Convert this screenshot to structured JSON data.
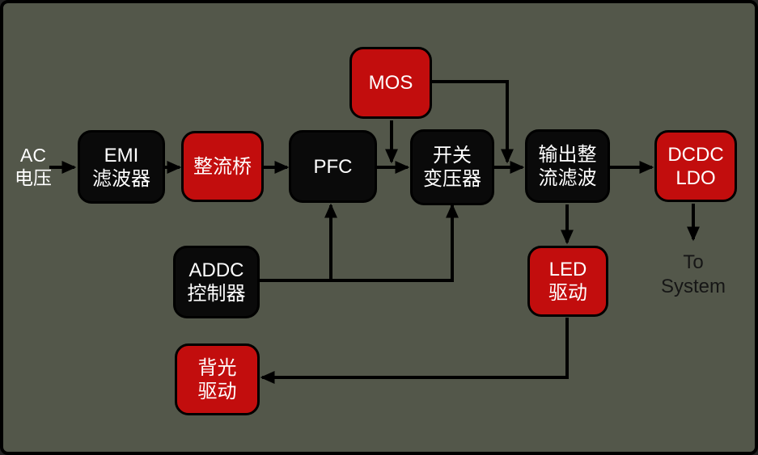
{
  "canvas": {
    "background": "#53574a",
    "outer_border": "#000000",
    "node_black": "#0a0a0a",
    "node_red": "#c20d0d",
    "wire_color": "#000000",
    "text_white": "#ffffff",
    "text_dark": "#161616"
  },
  "labels": {
    "ac_input": [
      "AC",
      "电压"
    ],
    "to_system": [
      "To",
      "System"
    ]
  },
  "nodes": {
    "emi": {
      "lines": [
        "EMI",
        "滤波器"
      ],
      "color": "black"
    },
    "rectifier": {
      "lines": [
        "整流桥"
      ],
      "color": "red"
    },
    "pfc": {
      "lines": [
        "PFC"
      ],
      "color": "black"
    },
    "mos": {
      "lines": [
        "MOS"
      ],
      "color": "red"
    },
    "transformer": {
      "lines": [
        "开关",
        "变压器"
      ],
      "color": "black"
    },
    "output_filter": {
      "lines": [
        "输出整",
        "流滤波"
      ],
      "color": "black"
    },
    "dcdc": {
      "lines": [
        "DCDC",
        "LDO"
      ],
      "color": "red"
    },
    "addc": {
      "lines": [
        "ADDC",
        "控制器"
      ],
      "color": "black"
    },
    "led": {
      "lines": [
        "LED",
        "驱动"
      ],
      "color": "red"
    },
    "backlight": {
      "lines": [
        "背光",
        "驱动"
      ],
      "color": "red"
    }
  },
  "edges": [
    {
      "from": "ac_input",
      "to": "emi"
    },
    {
      "from": "emi",
      "to": "rectifier"
    },
    {
      "from": "rectifier",
      "to": "pfc"
    },
    {
      "from": "pfc",
      "to": "transformer"
    },
    {
      "from": "transformer",
      "to": "output_filter"
    },
    {
      "from": "output_filter",
      "to": "dcdc"
    },
    {
      "from": "mos",
      "to": "pfc-transformer-link"
    },
    {
      "from": "mos",
      "to": "transformer-output_filter-link"
    },
    {
      "from": "addc",
      "to": "pfc"
    },
    {
      "from": "addc",
      "to": "transformer"
    },
    {
      "from": "output_filter",
      "to": "led"
    },
    {
      "from": "dcdc",
      "to": "to_system"
    },
    {
      "from": "led",
      "to": "backlight"
    }
  ]
}
